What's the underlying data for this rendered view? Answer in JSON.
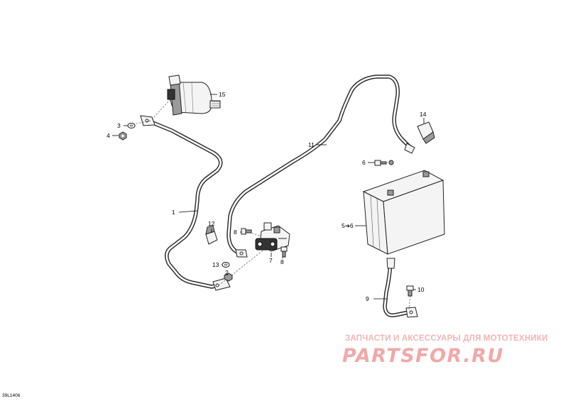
{
  "callouts": {
    "c1": "1",
    "c2": "2",
    "c3": "3",
    "c4": "4",
    "c5": "5➔6",
    "c6": "6",
    "c7": "7",
    "c8a": "8",
    "c8b": "8",
    "c9": "9",
    "c10": "10",
    "c11": "11",
    "c12": "12",
    "c13": "13",
    "c14": "14",
    "c15": "15"
  },
  "watermark": {
    "title": "ЗАПЧАСТИ И АКСЕССУАРЫ ДЛЯ МОТОТЕХНИКИ",
    "brand": "PARTSFOR.RU"
  },
  "ref_code": "39L1406"
}
